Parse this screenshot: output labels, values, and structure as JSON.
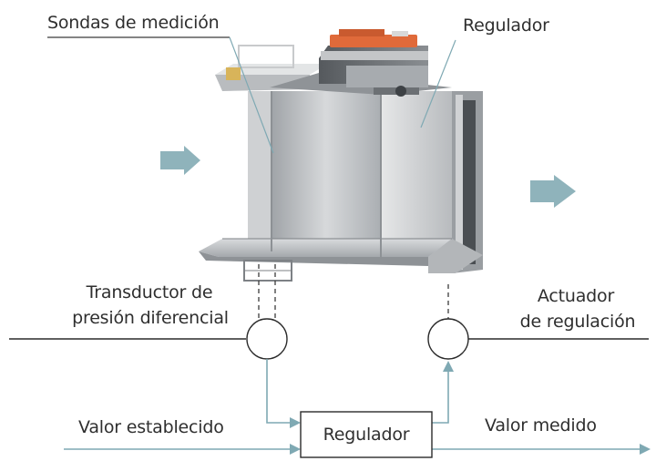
{
  "labels": {
    "probes": "Sondas de medición",
    "regulator_top": "Regulador",
    "transducer_line1": "Transductor de",
    "transducer_line2": "presión diferencial",
    "actuator_line1": "Actuador",
    "actuator_line2": "de regulación",
    "setpoint": "Valor establecido",
    "measured": "Valor medido",
    "regulator_box": "Regulador"
  },
  "colors": {
    "flow_arrow": "#8fb3bb",
    "signal_line": "#7fa9b3",
    "housing": "#c9cbcd",
    "actuator": "#e06a3a"
  }
}
